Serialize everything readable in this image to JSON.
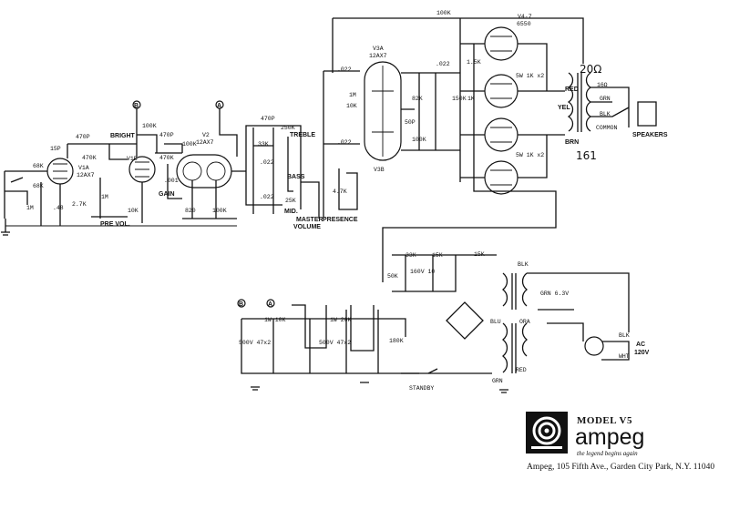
{
  "labels": {
    "r100k_top": "100K",
    "v4_7": "V4-7",
    "v4_7_type": "6550",
    "v3a": "V3A",
    "v3a_type": "12AX7",
    "v3b": "V3B",
    "v1a": "V1A",
    "v1a_type": "12AX7",
    "v1b": "V1B",
    "v2": "V2",
    "v2_type": "12AX7",
    "bright": "BRIGHT",
    "gain": "GAIN",
    "pre_vol": "PRE VOL.",
    "treble": "TREBLE",
    "bass": "BASS",
    "mid": "MID.",
    "master": "MASTER",
    "volume": "VOLUME",
    "presence": "PRESENCE",
    "speakers": "SPEAKERS",
    "standby": "STANDBY",
    "ac": "AC",
    "ac_volt": "120V",
    "ohm_20": "20Ω",
    "ohm_16": "16Ω",
    "node_b": "B",
    "node_a": "A"
  },
  "components": {
    "c470p_a": "470P",
    "c470p_b": "470P",
    "c470p_c": "470P",
    "r470k_a": "470K",
    "r470k_b": "470K",
    "r100k_a": "100K",
    "r100k_b": "100K",
    "r100k_c": "100K",
    "c15p": "15P",
    "c022_a": ".022",
    "c022_b": ".022",
    "c022_c": ".022",
    "c022_d": ".022",
    "c022_e": ".022",
    "c001": ".001",
    "r68k_a": "68K",
    "r68k_b": "68K",
    "r1m_a": "1M",
    "r1m_b": "1M",
    "r1m_c": "1M",
    "r1k": "1K",
    "r1k5": "1.5K",
    "r2_7k": "2.7K",
    "r10k_a": "10K",
    "r10k_b": "10K",
    "r15k_a": "15K",
    "r15k_b": "15K",
    "r33k_a": "33K",
    "r33k_b": "33K",
    "r250k": "250K",
    "r25k": "25K",
    "r82k": "82K",
    "r150k": "150K",
    "r50k": "50K",
    "c50p": "50P",
    "r820": "820",
    "r4_7k": "4.7K",
    "r5w1k": "5W 1K x2",
    "c48": ".48",
    "c40v10": "160V 10",
    "c180k": "180K",
    "c350v": "500V 47x2",
    "r1w10k": "1W 10K",
    "r1w20k": "1W 20K"
  },
  "wires": {
    "red": "RED",
    "yel": "YEL",
    "brn": "BRN",
    "grn": "GRN",
    "blk": "BLK",
    "blk2": "BLK",
    "ora": "ORA",
    "wht": "WHT",
    "blu": "BLU",
    "grn_6_3v": "GRN 6.3V",
    "common": "COMMON",
    "num_161": "161"
  },
  "brand": {
    "model": "MODEL V5",
    "name": "ampeg",
    "tagline": "the legend begins again",
    "address": "Ampeg, 105 Fifth Ave., Garden City Park, N.Y. 11040"
  }
}
